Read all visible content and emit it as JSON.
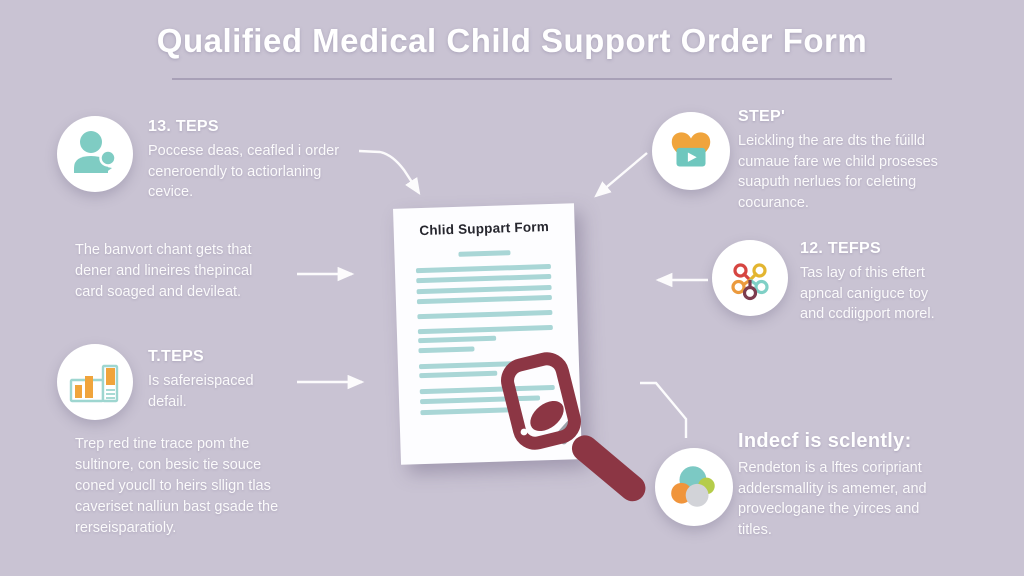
{
  "title": "Qualified Medical Child Support Order Form",
  "document": {
    "title": "Chlid Suppart Form"
  },
  "sections": {
    "step1": {
      "heading": "13. TEPS",
      "body": "Poccese deas, ceafled i order\nceneroendly to actiorlaning\ncevice."
    },
    "left_mid_text": "The banvort chant gets that\ndener and lineires thepincal\ncard soaged and devileat.",
    "step2": {
      "heading": "T.TEPS",
      "body": "Is safereispaced\ndefail."
    },
    "left_bottom_text": "Trep red tine trace pom the\nsultinore, con besic tie souce\nconed youcll to heirs sllign tlas\ncaveriset nalliun bast gsade the\nrerseisparatioly.",
    "step3": {
      "heading": "STEP'",
      "body": "Leickling the are dts the fúilld\ncumaue fare we child proseses\nsuaputh nerlues for celeting\ncocurance."
    },
    "step4": {
      "heading": "12. TEFPS",
      "body": "Tas lay of this eftert\napncal caniguce toy\nand ccdiigport morel."
    },
    "step5": {
      "heading": "Indecf is sclently:",
      "body": "Rendeton is a lftes coripriant\naddersmallity is amemer, and\nproveclogane the yirces and\ntitles."
    }
  },
  "icons": {
    "step1": "parent-child-icon",
    "step2": "bar-chart-icon",
    "step3": "heart-play-icon",
    "step4": "color-loops-icon",
    "step5": "circles-cluster-icon",
    "center": "magnifier-icon"
  },
  "colors": {
    "background": "#c9c3d3",
    "teal": "#7fccc3",
    "teal_line": "#a9d6d6",
    "orange": "#f0a43c",
    "maroon": "#8c3644",
    "lime": "#b5cc4a",
    "gray": "#d2d3d8",
    "white": "#ffffff"
  }
}
